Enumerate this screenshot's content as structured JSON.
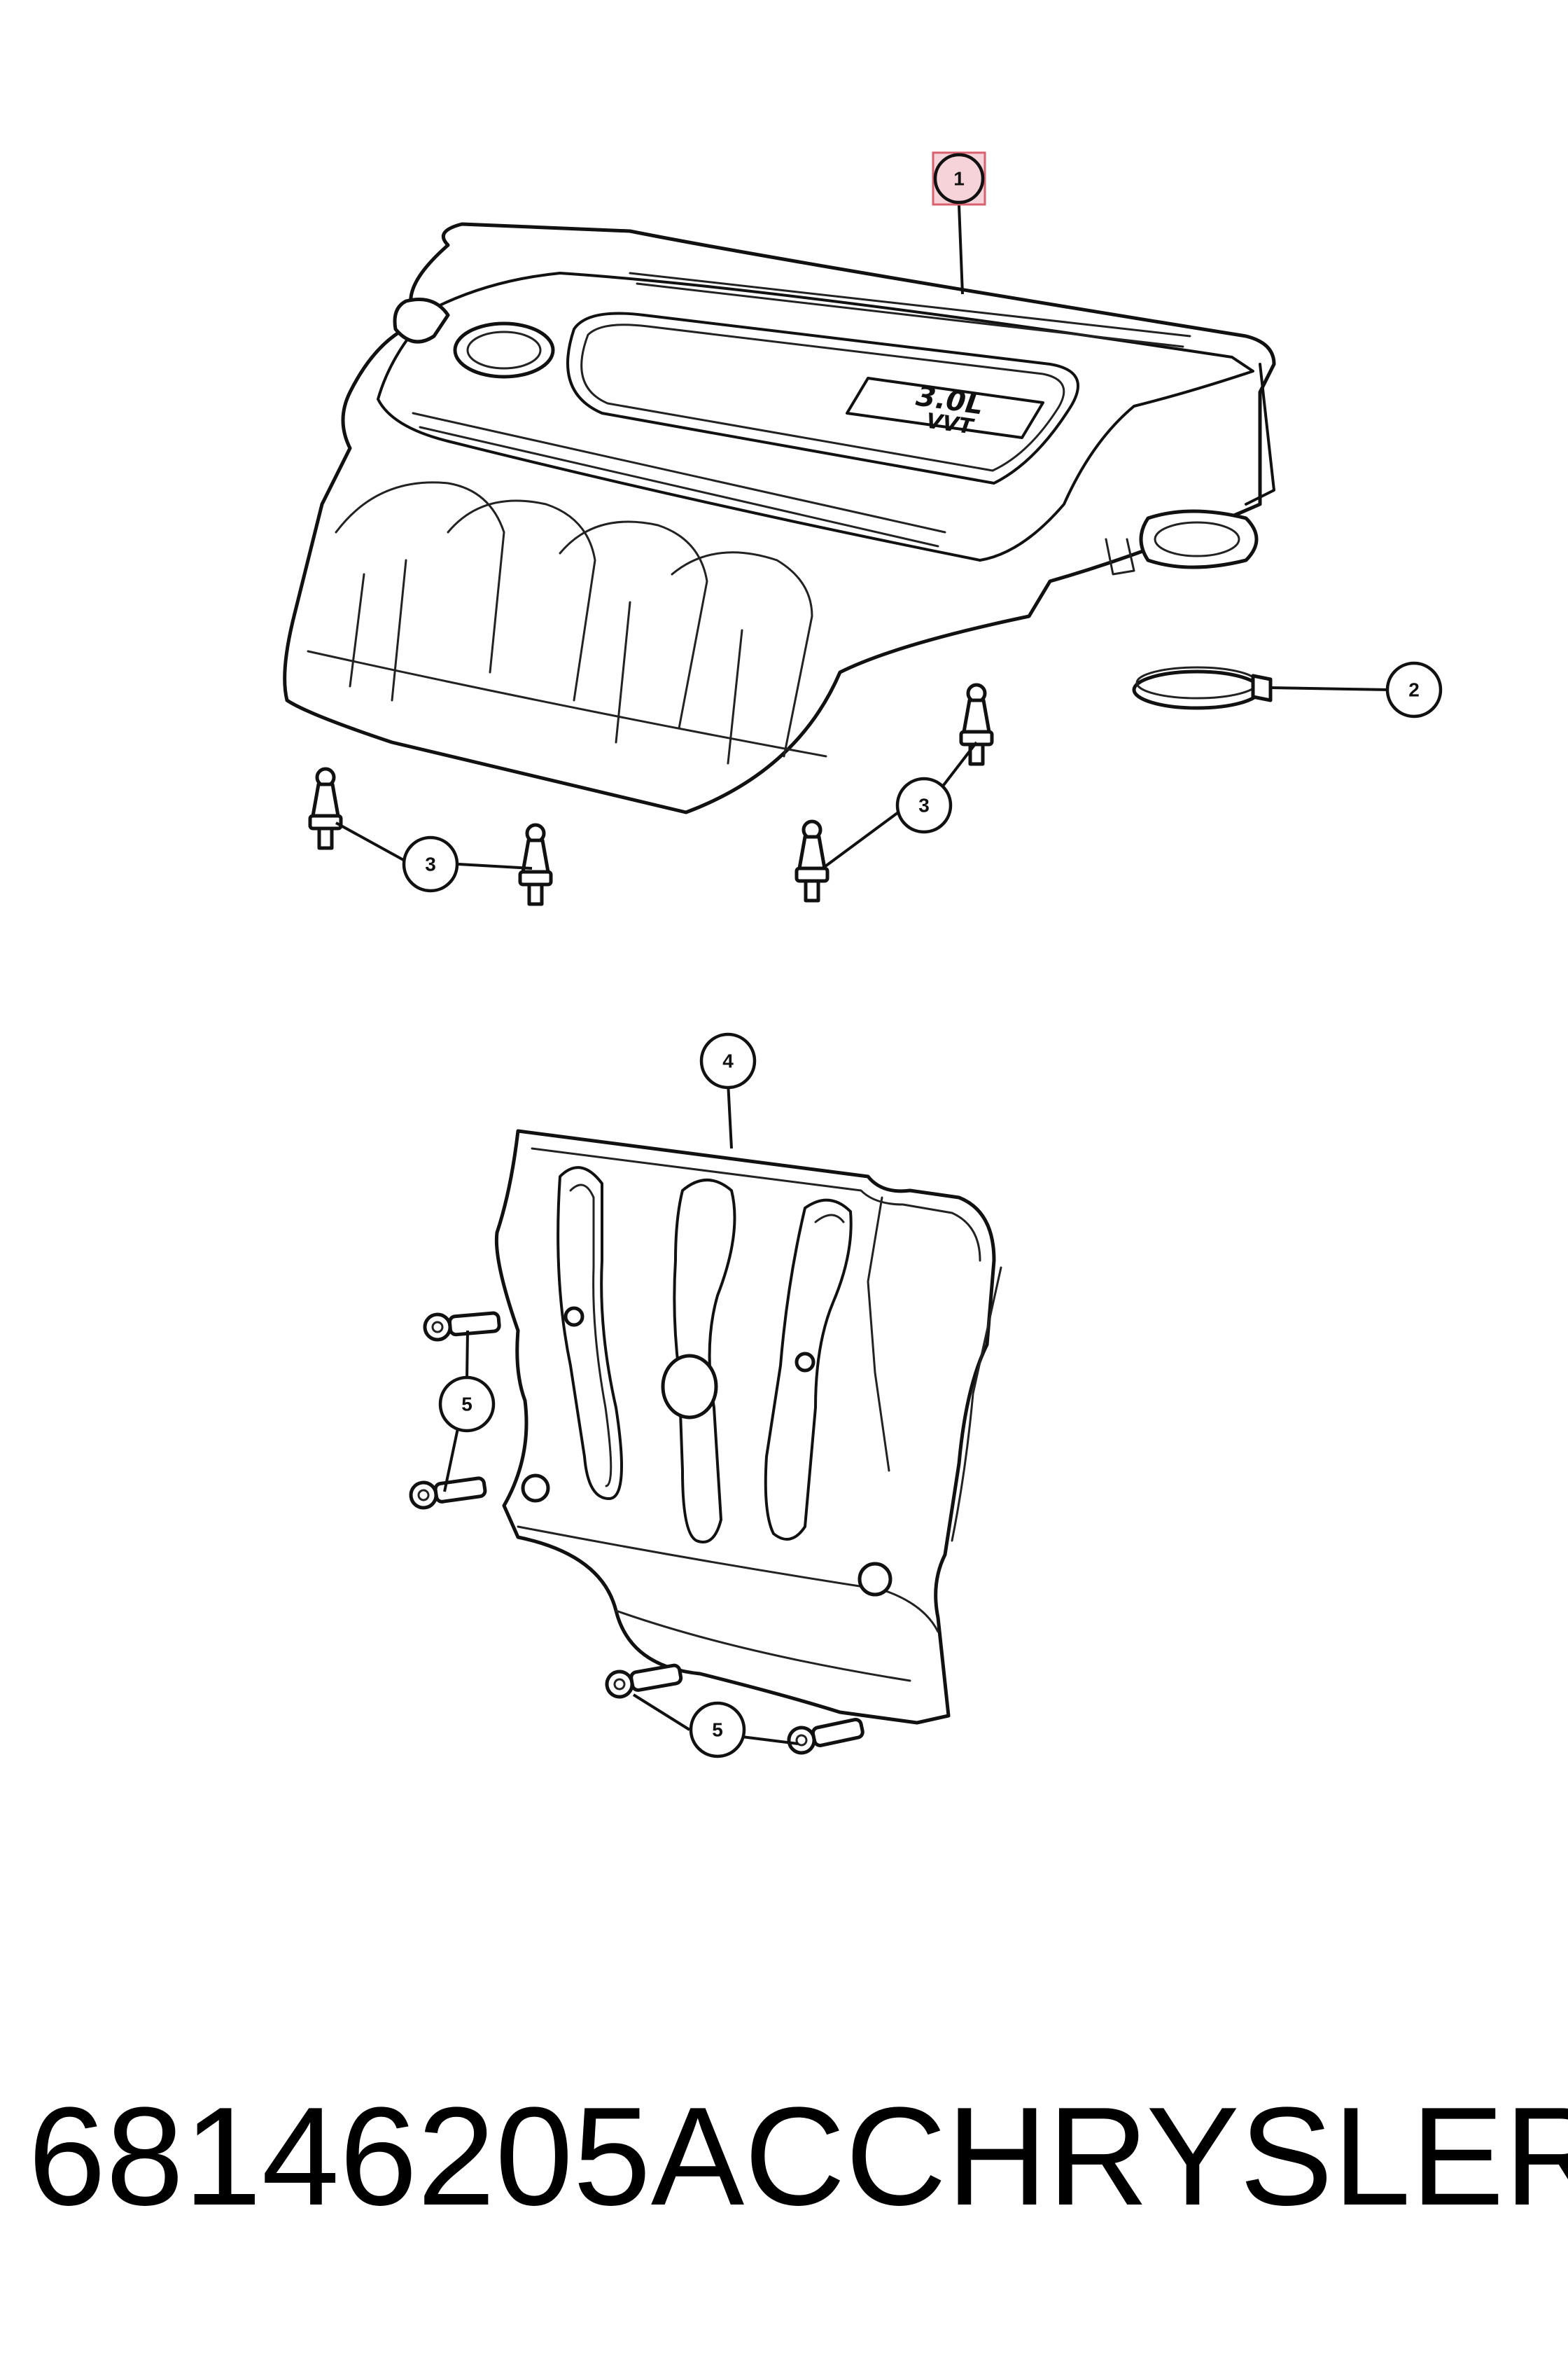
{
  "callouts": [
    {
      "id": "callout-1",
      "label": "1",
      "highlighted": true
    },
    {
      "id": "callout-2",
      "label": "2"
    },
    {
      "id": "callout-3a",
      "label": "3"
    },
    {
      "id": "callout-3b",
      "label": "3"
    },
    {
      "id": "callout-4",
      "label": "4"
    },
    {
      "id": "callout-5a",
      "label": "5"
    },
    {
      "id": "callout-5b",
      "label": "5"
    }
  ],
  "badge": {
    "line1": "3.0L",
    "line2": "VVT"
  },
  "caption": {
    "part_number": "68146205AC",
    "brand": "CHRYSLER"
  },
  "colors": {
    "highlight_fill": "#f6d3d8",
    "highlight_stroke": "#d9606e",
    "line": "#111111"
  }
}
